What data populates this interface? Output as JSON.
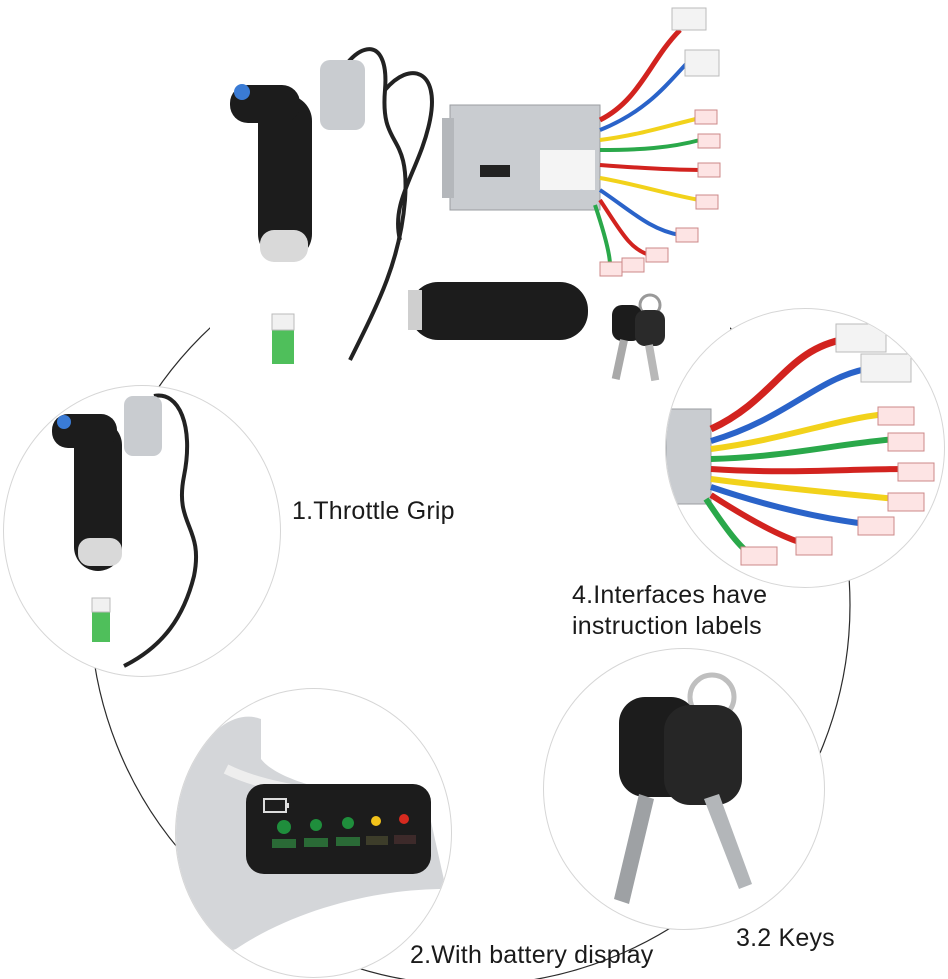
{
  "captions": {
    "throttle_grip": "1.Throttle Grip",
    "battery_display": "2.With battery display",
    "keys": "3.2 Keys",
    "labels_line1": "4.Interfaces have",
    "labels_line2": "instruction labels"
  },
  "colors": {
    "grip": "#1c1c1c",
    "controller": "#c9ccd0",
    "wire_red": "#d2231f",
    "wire_blue": "#2a63c9",
    "wire_yellow": "#f2d21b",
    "wire_green": "#2aa84a",
    "wire_white": "#f2f2f2",
    "led_green": "#1f8e3c",
    "led_yellow": "#f2c21a",
    "led_red": "#d62a1f"
  },
  "icons": [
    "throttle-grip-icon",
    "controller-box-icon",
    "handle-grip-icon",
    "key-pair-icon",
    "battery-icon"
  ]
}
